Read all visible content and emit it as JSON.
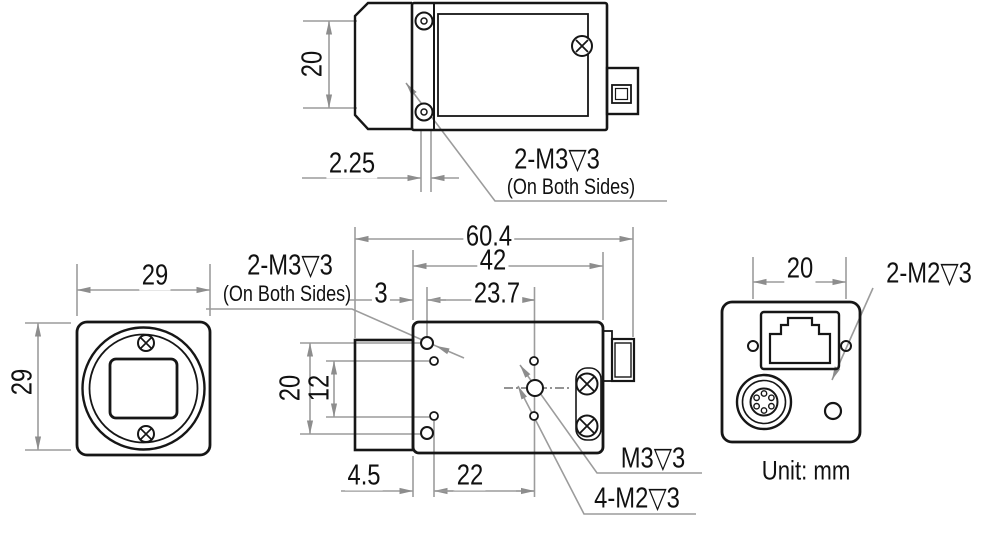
{
  "drawing": {
    "title": "camera-dimension-drawing",
    "unit_note": "Unit: mm",
    "colors": {
      "part_line": "#161616",
      "dim_line": "#9c9c9c",
      "arrow": "#8d8d8d",
      "text": "#111111"
    },
    "top_view": {
      "dim_lens_width": "20",
      "dim_hole_offset": "2.25",
      "label_m3_line1": "2-M3▽3",
      "label_m3_line2": "(On Both Sides)"
    },
    "side_view": {
      "dim_total_length": "60.4",
      "dim_body_length": "42",
      "dim_m3_offset": "3",
      "dim_m3_span": "23.7",
      "dim_m3_height": "20",
      "dim_m2_height": "12",
      "dim_m2_offset": "4.5",
      "dim_m2_span": "22",
      "label_m3_line1": "2-M3▽3",
      "label_m3_line2": "(On Both Sides)",
      "label_m3_center": "M3▽3",
      "label_m2_holes": "4-M2▽3"
    },
    "front_view": {
      "dim_width": "29",
      "dim_height": "29"
    },
    "back_view": {
      "dim_hole_spacing": "20",
      "label_m2_holes": "2-M2▽3"
    }
  }
}
